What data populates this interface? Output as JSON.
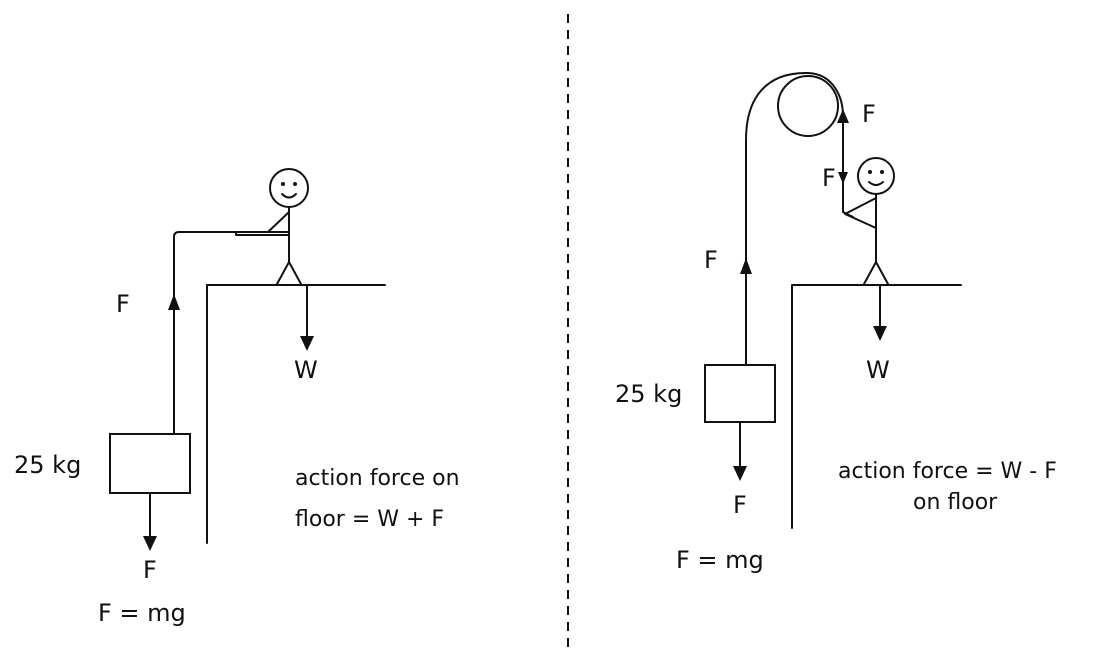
{
  "left_panel": {
    "mass_label": "25 kg",
    "tension_label": "F",
    "weight_label": "F",
    "person_weight_label": "W",
    "formula": "F = mg",
    "note_line1": "action force on",
    "note_line2": "floor  =  W + F"
  },
  "right_panel": {
    "mass_label": "25 kg",
    "tension_label": "F",
    "weight_label": "F",
    "person_weight_label": "W",
    "pull_up_label": "F",
    "pull_down_label": "F",
    "formula": "F = mg",
    "note_line1": "action force = W - F",
    "note_line2": "on floor"
  },
  "colors": {
    "ink": "#111111",
    "background": "#ffffff"
  }
}
